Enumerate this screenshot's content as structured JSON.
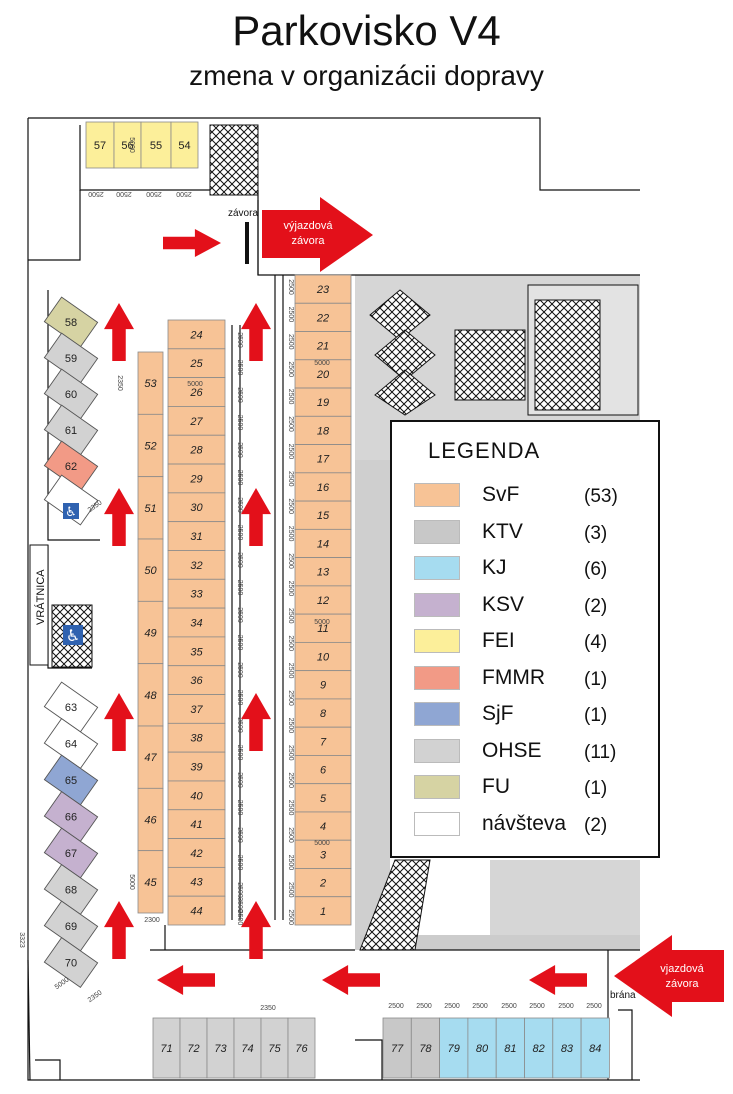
{
  "header": {
    "title": "Parkovisko V4",
    "subtitle": "zmena v organizácii dopravy"
  },
  "labels": {
    "exit_gate": "výjazdová\nzávora",
    "entry_gate": "vjazdová\nzávora",
    "barrier": "závora",
    "gate": "brána",
    "guardhouse": "VRÁTNICA"
  },
  "colors": {
    "SvF": "#f7c396",
    "KTV": "#c8c8c8",
    "KJ": "#a6dcf0",
    "KSV": "#c5b1cf",
    "FEI": "#fcef9a",
    "FMMR": "#f29a86",
    "SjF": "#8fa6d3",
    "OHSE": "#d2d2d2",
    "FU": "#d6d3a3",
    "navsteva": "#ffffff",
    "arrow": "#e3101a"
  },
  "legend": {
    "title": "LEGENDA",
    "items": [
      {
        "key": "SvF",
        "name": "SvF",
        "count": "(53)"
      },
      {
        "key": "KTV",
        "name": "KTV",
        "count": "(3)"
      },
      {
        "key": "KJ",
        "name": "KJ",
        "count": "(6)"
      },
      {
        "key": "KSV",
        "name": "KSV",
        "count": "(2)"
      },
      {
        "key": "FEI",
        "name": "FEI",
        "count": "(4)"
      },
      {
        "key": "FMMR",
        "name": "FMMR",
        "count": "(1)"
      },
      {
        "key": "SjF",
        "name": "SjF",
        "count": "(1)"
      },
      {
        "key": "OHSE",
        "name": "OHSE",
        "count": "(11)"
      },
      {
        "key": "FU",
        "name": "FU",
        "count": "(1)"
      },
      {
        "key": "navsteva",
        "name": "návšteva",
        "count": "(2)"
      }
    ]
  },
  "dimensions": {
    "d2500": "2500",
    "d5000": "5000",
    "d2350": "2350",
    "d2300": "2300",
    "d3500": "3500",
    "d3323": "3323"
  },
  "spots": {
    "top_row": [
      "57",
      "56",
      "55",
      "54"
    ],
    "right_column": [
      "23",
      "22",
      "21",
      "20",
      "19",
      "18",
      "17",
      "16",
      "15",
      "14",
      "13",
      "12",
      "11",
      "10",
      "9",
      "8",
      "7",
      "6",
      "5",
      "4",
      "3",
      "2",
      "1"
    ],
    "middle_column": [
      "24",
      "25",
      "26",
      "27",
      "28",
      "29",
      "30",
      "31",
      "32",
      "33",
      "34",
      "35",
      "36",
      "37",
      "38",
      "39",
      "40",
      "41",
      "42",
      "43",
      "44"
    ],
    "left_column": [
      "53",
      "52",
      "51",
      "50",
      "49",
      "48",
      "47",
      "46",
      "45"
    ],
    "diagonal_upper": [
      "58",
      "59",
      "60",
      "61",
      "62"
    ],
    "diagonal_lower": [
      "63",
      "64",
      "65",
      "66",
      "67",
      "68",
      "69",
      "70"
    ],
    "bottom_left": [
      "71",
      "72",
      "73",
      "74",
      "75",
      "76"
    ],
    "bottom_right": [
      "77",
      "78",
      "79",
      "80",
      "81",
      "82",
      "83",
      "84"
    ],
    "handicap": [
      "handicap-upper",
      "handicap-lower"
    ]
  },
  "spot_groups": {
    "58": "FU",
    "59": "OHSE",
    "60": "OHSE",
    "61": "OHSE",
    "62": "FMMR",
    "63": "navsteva",
    "64": "navsteva",
    "65": "SjF",
    "66": "KSV",
    "67": "KSV",
    "68": "OHSE",
    "69": "OHSE",
    "70": "OHSE",
    "71": "OHSE",
    "72": "OHSE",
    "73": "OHSE",
    "74": "OHSE",
    "75": "OHSE",
    "76": "OHSE",
    "77": "KTV",
    "78": "KTV",
    "79": "KJ",
    "80": "KJ",
    "81": "KJ",
    "82": "KJ",
    "83": "KJ",
    "84": "KJ",
    "54": "FEI",
    "55": "FEI",
    "56": "FEI",
    "57": "FEI"
  }
}
